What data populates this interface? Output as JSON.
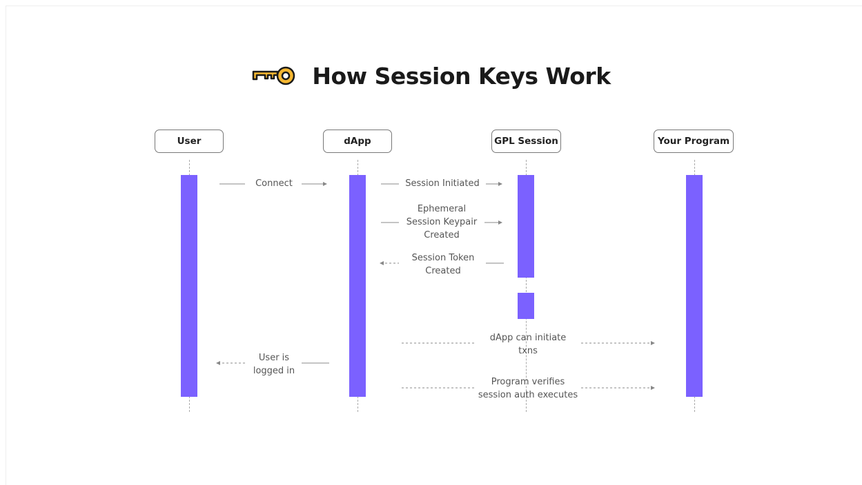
{
  "title": "How Session Keys Work",
  "title_icon": "key-icon",
  "colors": {
    "activation": "#7b61ff",
    "key": "#f5b731",
    "key_outline": "#1a1a1a",
    "arrow": "#888888"
  },
  "actors": {
    "user": "User",
    "dapp": "dApp",
    "gpl_session": "GPL Session",
    "your_program": "Your Program"
  },
  "messages": {
    "connect": "Connect",
    "session_initiated": "Session Initiated",
    "keypair_1": "Ephemeral",
    "keypair_2": "Session Keypair",
    "keypair_3": "Created",
    "token_1": "Session Token",
    "token_2": "Created",
    "dapp_txns_1": "dApp can initiate",
    "dapp_txns_2": "txns",
    "logged_in_1": "User is",
    "logged_in_2": "logged in",
    "verifies_1": "Program verifies",
    "verifies_2": "session auth executes"
  }
}
